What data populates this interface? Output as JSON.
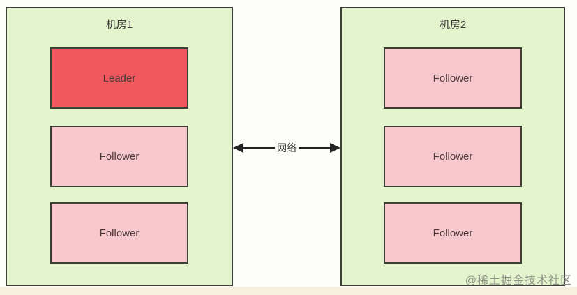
{
  "diagram": {
    "datacenters": [
      {
        "title": "机房1",
        "nodes": [
          {
            "label": "Leader",
            "role": "leader"
          },
          {
            "label": "Follower",
            "role": "follower"
          },
          {
            "label": "Follower",
            "role": "follower"
          }
        ]
      },
      {
        "title": "机房2",
        "nodes": [
          {
            "label": "Follower",
            "role": "follower"
          },
          {
            "label": "Follower",
            "role": "follower"
          },
          {
            "label": "Follower",
            "role": "follower"
          }
        ]
      }
    ],
    "link": {
      "label": "网络"
    },
    "watermark": "@稀土掘金技术社区",
    "colors": {
      "leader": "#f1575e",
      "follower": "#f9c8cd",
      "container": "#e4f5ce",
      "border": "#3d4036",
      "arrow": "#242424",
      "page": "#fdfdfa",
      "strip": "#f7f0e1",
      "watermark": "#8d9184"
    }
  }
}
